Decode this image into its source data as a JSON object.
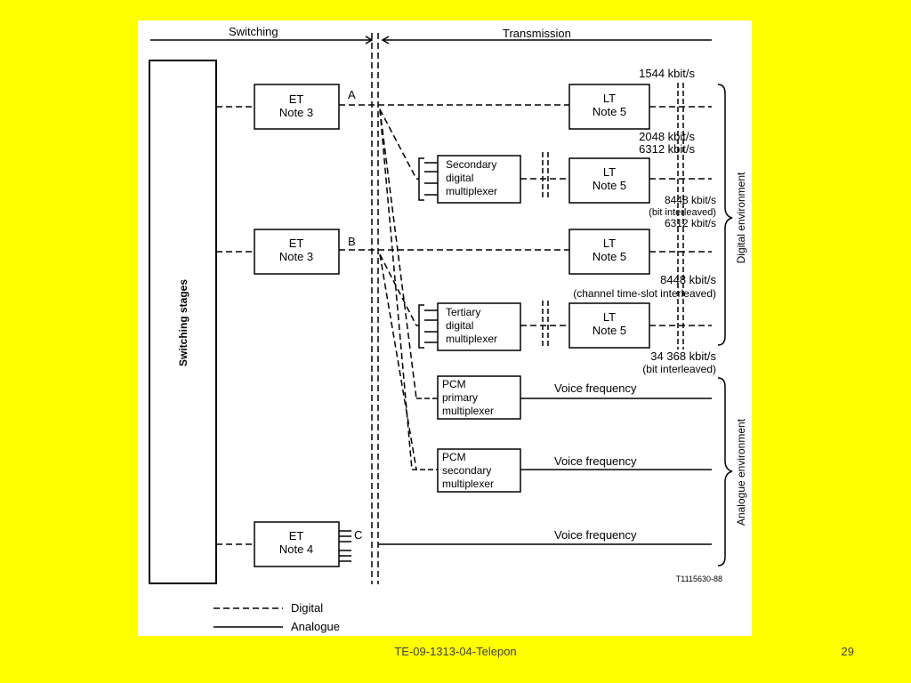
{
  "diagram": {
    "header": {
      "switching": "Switching",
      "transmission": "Transmission"
    },
    "switching_stages": "Switching stages",
    "et_boxes": [
      {
        "line1": "ET",
        "line2": "Note 3",
        "point": "A"
      },
      {
        "line1": "ET",
        "line2": "Note 3",
        "point": "B"
      },
      {
        "line1": "ET",
        "line2": "Note 4",
        "point": "C"
      }
    ],
    "lt_boxes": [
      {
        "line1": "LT",
        "line2": "Note 5"
      },
      {
        "line1": "LT",
        "line2": "Note 5"
      },
      {
        "line1": "LT",
        "line2": "Note 5"
      },
      {
        "line1": "LT",
        "line2": "Note 5"
      }
    ],
    "multiplexers": {
      "secondary": [
        "Secondary",
        "digital",
        "multiplexer"
      ],
      "tertiary": [
        "Tertiary",
        "digital",
        "multiplexer"
      ],
      "pcm_primary": [
        "PCM",
        "primary",
        "multiplexer"
      ],
      "pcm_secondary": [
        "PCM",
        "secondary",
        "multiplexer"
      ]
    },
    "rates": {
      "r1544": "1544 kbit/s",
      "r2048": "2048 kbit/s",
      "r6312a": "6312 kbit/s",
      "r8448bi": "8448 kbit/s",
      "bit_interleaved_1": "(bit interleaved)",
      "r6312b": "6312 kbit/s",
      "r8448ch": "8448 kbit/s",
      "channel_interleaved": "(channel time-slot interleaved)",
      "r34368": "34 368 kbit/s",
      "bit_interleaved_2": "(bit interleaved)"
    },
    "voice_frequency": [
      "Voice frequency",
      "Voice frequency",
      "Voice frequency"
    ],
    "environments": {
      "digital": "Digital environment",
      "analogue": "Analogue environment"
    },
    "ref_code": "T1115630-88",
    "legend": {
      "digital": "Digital",
      "analogue": "Analogue"
    }
  },
  "footer": {
    "title": "TE-09-1313-04-Telepon",
    "page": "29"
  }
}
